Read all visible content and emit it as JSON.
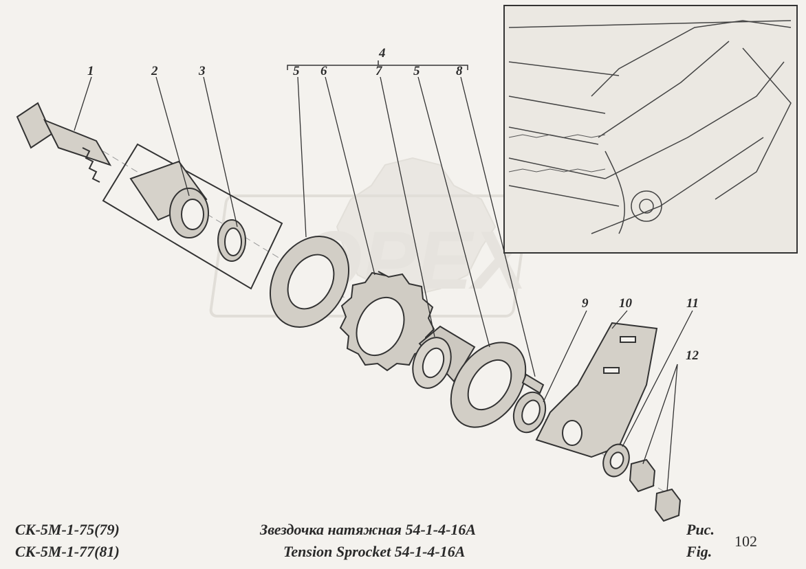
{
  "watermark": "OPEX",
  "parts": [
    {
      "num": "1",
      "name": "bolt"
    },
    {
      "num": "2",
      "name": "bearing"
    },
    {
      "num": "3",
      "name": "ring"
    },
    {
      "num": "4",
      "name": "sprocket-assembly"
    },
    {
      "num": "5",
      "name": "flange"
    },
    {
      "num": "6",
      "name": "sprocket"
    },
    {
      "num": "7",
      "name": "bearing"
    },
    {
      "num": "8",
      "name": "bolt"
    },
    {
      "num": "9",
      "name": "bushing"
    },
    {
      "num": "10",
      "name": "plate"
    },
    {
      "num": "11",
      "name": "washer"
    },
    {
      "num": "12",
      "name": "nuts"
    }
  ],
  "footer": {
    "model_line1": "СК-5М-1-75(79)",
    "model_line2": "СК-5М-1-77(81)",
    "title_ru": "Звездочка натяжная  54-1-4-16А",
    "title_en": "Tension Sprocket 54-1-4-16A",
    "fig_ru": "Рис.",
    "fig_en": "Fig.",
    "fig_number": "102"
  }
}
